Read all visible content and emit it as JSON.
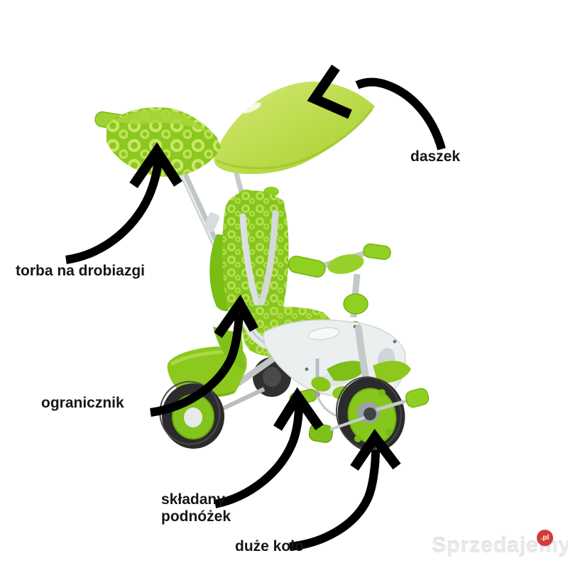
{
  "image": {
    "subject": "green baby tricycle with parent push handle, annotated diagram",
    "background": "#ffffff"
  },
  "annotations": {
    "canopy": {
      "label": "daszek"
    },
    "bag": {
      "label": "torba na drobiazgi"
    },
    "safety_bar": {
      "label": "ogranicznik"
    },
    "footrest": {
      "label_line1": "składany",
      "label_line2": "podnóżek"
    },
    "front_wheel": {
      "label": "duże koło"
    }
  },
  "watermark": {
    "brand": "Sprzedajemy",
    "tld": ".pl",
    "badge_color": "#d43a3a"
  },
  "colors": {
    "trike_green": "#8cc81f",
    "canopy_green": "#bedc4e",
    "pattern_green": "#cdea6e",
    "frame_silver": "#c2c7c8",
    "body_white": "#eceff0",
    "tire_black": "#2b2b2b",
    "arrow_black": "#000000",
    "label_text": "#161616"
  }
}
